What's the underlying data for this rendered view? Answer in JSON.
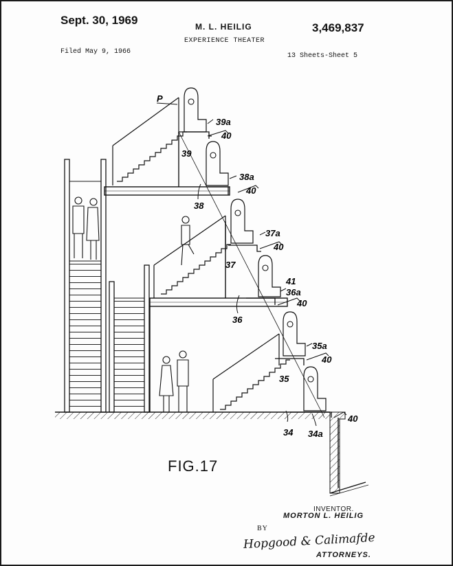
{
  "header": {
    "date": "Sept. 30, 1969",
    "inventor": "M. L. HEILIG",
    "patent_number": "3,469,837",
    "title": "EXPERIENCE THEATER",
    "filed": "Filed May 9, 1966",
    "sheets": "13 Sheets-Sheet 5"
  },
  "figure": {
    "label": "FIG.17",
    "refs": {
      "P": "P",
      "r39a": "39a",
      "r40a": "40",
      "r39": "39",
      "r38a": "38a",
      "r40b": "40",
      "r38": "38",
      "r37a": "37a",
      "r40c": "40",
      "r37": "37",
      "r41": "41",
      "r36a": "36a",
      "r40d": "40",
      "r36": "36",
      "r35a": "35a",
      "r40e": "40",
      "r35": "35",
      "r34": "34",
      "r34a": "34a",
      "r40f": "40"
    }
  },
  "footer": {
    "inventor_label": "INVENTOR.",
    "inventor_name": "MORTON L. HEILIG",
    "by": "BY",
    "signature": "Hopgood & Calimafde",
    "attorneys": "ATTORNEYS."
  }
}
